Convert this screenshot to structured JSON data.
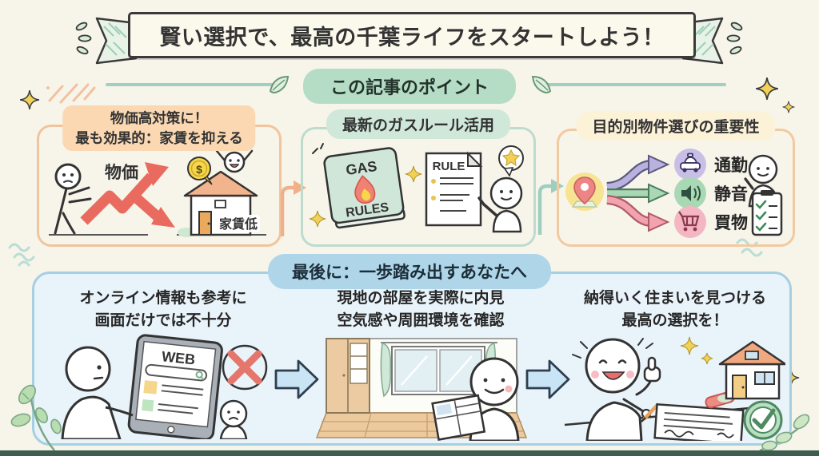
{
  "banner": {
    "title": "賢い選択で、最高の千葉ライフをスタートしよう！"
  },
  "points": {
    "header": "この記事のポイント",
    "box1": {
      "title_line1": "物価高対策に！",
      "title_line2": "最も効果的：家賃を抑える",
      "price_label": "物価",
      "rent_label": "家賃低",
      "coin_symbol": "$",
      "icons": [
        "rising-arrow-icon",
        "house-icon",
        "coin-icon"
      ]
    },
    "box2": {
      "title": "最新のガスルール活用",
      "book_word_top": "GAS",
      "book_word_bottom": "RULES",
      "doc_label": "RULE",
      "icons": [
        "gas-rules-book-icon",
        "flame-icon",
        "rule-document-icon",
        "star-bubble-icon"
      ]
    },
    "box3": {
      "title": "目的別物件選びの重要性",
      "items": [
        {
          "label": "通勤",
          "icon": "taxi-icon",
          "circle_color": "#c9bfe6"
        },
        {
          "label": "静音",
          "icon": "speaker-icon",
          "circle_color": "#a9d8b4"
        },
        {
          "label": "買物",
          "icon": "cart-icon",
          "circle_color": "#f4b6c2"
        }
      ],
      "icons": [
        "map-pin-icon",
        "checklist-icon"
      ]
    }
  },
  "final": {
    "header": "最後に：一歩踏み出すあなたへ",
    "steps": [
      {
        "line1": "オンライン情報も参考に",
        "line2": "画面だけでは不十分",
        "tablet_label": "WEB",
        "icons": [
          "tablet-icon",
          "red-x-icon"
        ]
      },
      {
        "line1": "現地の部屋を実際に内見",
        "line2": "空気感や周囲環境を確認",
        "icons": [
          "room-icon",
          "floor-plan-icon"
        ]
      },
      {
        "line1": "納得いく住まいを見つける",
        "line2": "最高の選択を！",
        "icons": [
          "contract-icon",
          "house-icon",
          "green-check-icon"
        ]
      }
    ]
  },
  "colors": {
    "background": "#f7f4ea",
    "banner_fill": "#fbf8ec",
    "mint": "#b5ddc6",
    "peach": "#fbd8b2",
    "cream": "#fcf2d8",
    "blue": "#aed6e8",
    "blue_light": "#e9f3fa",
    "red_arrow": "#e96b5f",
    "yellow_star": "#f2d157",
    "footer_strip": "#3f5c50"
  }
}
